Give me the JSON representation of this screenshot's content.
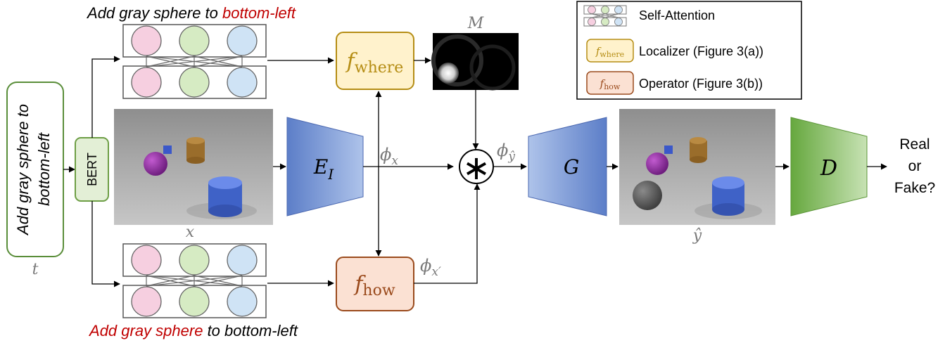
{
  "text_input": {
    "caption_line1": "Add gray sphere to",
    "caption_line2": "bottom-left",
    "symbol": "t"
  },
  "bert_label": "BERT",
  "top_caption": {
    "part1": "Add gray sphere to ",
    "part2_highlight": "bottom-left",
    "highlight_color": "#c00000"
  },
  "bottom_caption": {
    "part1_highlight": "Add gray sphere",
    "part2": " to bottom-left",
    "highlight_color": "#c00000"
  },
  "input_image": {
    "symbol": "x"
  },
  "output_image": {
    "symbol": "ŷ"
  },
  "mask": {
    "symbol": "M"
  },
  "f_where": {
    "base": "f",
    "sub": "where"
  },
  "f_how": {
    "base": "f",
    "sub": "how"
  },
  "encoder": {
    "base": "E",
    "sub": "I"
  },
  "generator": {
    "label": "G"
  },
  "discriminator": {
    "label": "D"
  },
  "compose_symbol": "∗",
  "phi_x": {
    "base": "ϕ",
    "sub": "x"
  },
  "phi_yhat": {
    "base": "ϕ",
    "sub": "ŷ"
  },
  "phi_xprime": {
    "base": "ϕ",
    "sub": "x′"
  },
  "output_label": [
    "Real",
    "or",
    "Fake?"
  ],
  "legend": {
    "items": [
      {
        "label": "Self-Attention"
      },
      {
        "label": "Localizer (Figure 3(a))",
        "icon_base": "f",
        "icon_sub": "where"
      },
      {
        "label": "Operator (Figure 3(b))",
        "icon_base": "f",
        "icon_sub": "how"
      }
    ]
  },
  "colors": {
    "pink": "#f6cfe0",
    "green_node": "#d6ebc3",
    "blue_node": "#cfe3f5",
    "bert_fill": "#e3efd6",
    "bert_stroke": "#6d9e45",
    "where_fill": "#fff2cc",
    "where_stroke": "#b58d14",
    "how_fill": "#fbe1d3",
    "how_stroke": "#9a4a1c",
    "encoder_fill": "#6f8fd0",
    "discriminator_fill": "#6fb046",
    "red_caption": "#c00000"
  }
}
